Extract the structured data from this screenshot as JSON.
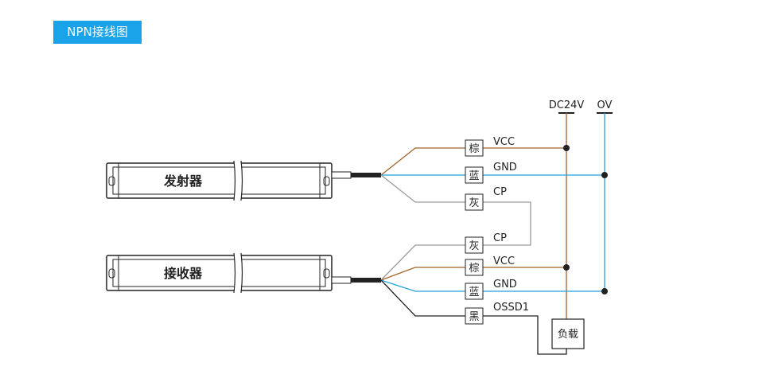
{
  "title": "NPN接线图",
  "power": {
    "dc": "DC24V",
    "zero": "OV"
  },
  "devices": {
    "emitter": "发射器",
    "receiver": "接收器"
  },
  "emitter_wires": [
    {
      "color_label": "棕",
      "signal": "VCC",
      "color": "#a0622a"
    },
    {
      "color_label": "蓝",
      "signal": "GND",
      "color": "#22a3dc"
    },
    {
      "color_label": "灰",
      "signal": "CP",
      "color": "#9a9a9a"
    }
  ],
  "receiver_wires": [
    {
      "color_label": "灰",
      "signal": "CP",
      "color": "#9a9a9a"
    },
    {
      "color_label": "棕",
      "signal": "VCC",
      "color": "#a0622a"
    },
    {
      "color_label": "蓝",
      "signal": "GND",
      "color": "#22a3dc"
    },
    {
      "color_label": "黑",
      "signal": "OSSD1",
      "color": "#222222"
    }
  ],
  "load": "负载"
}
